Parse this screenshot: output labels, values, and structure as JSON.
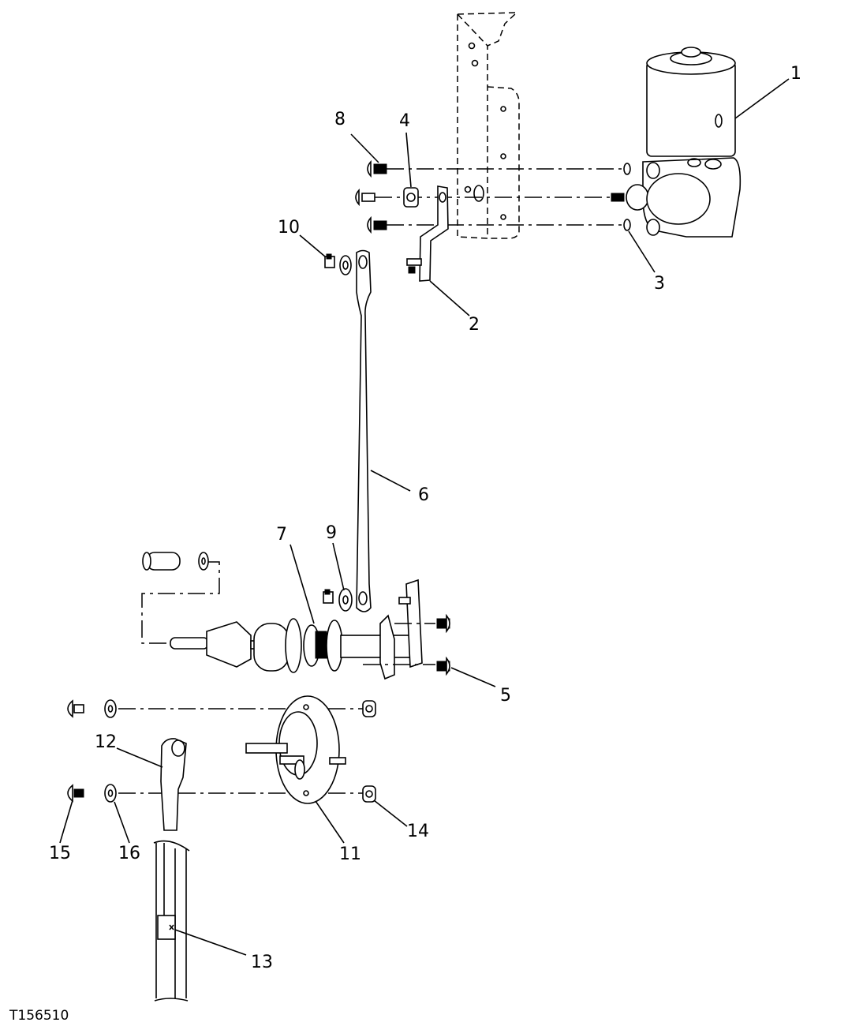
{
  "figure_id": "T156510",
  "callouts": [
    "1",
    "2",
    "3",
    "4",
    "5",
    "6",
    "7",
    "8",
    "9",
    "10",
    "11",
    "12",
    "13",
    "14",
    "15",
    "16"
  ]
}
